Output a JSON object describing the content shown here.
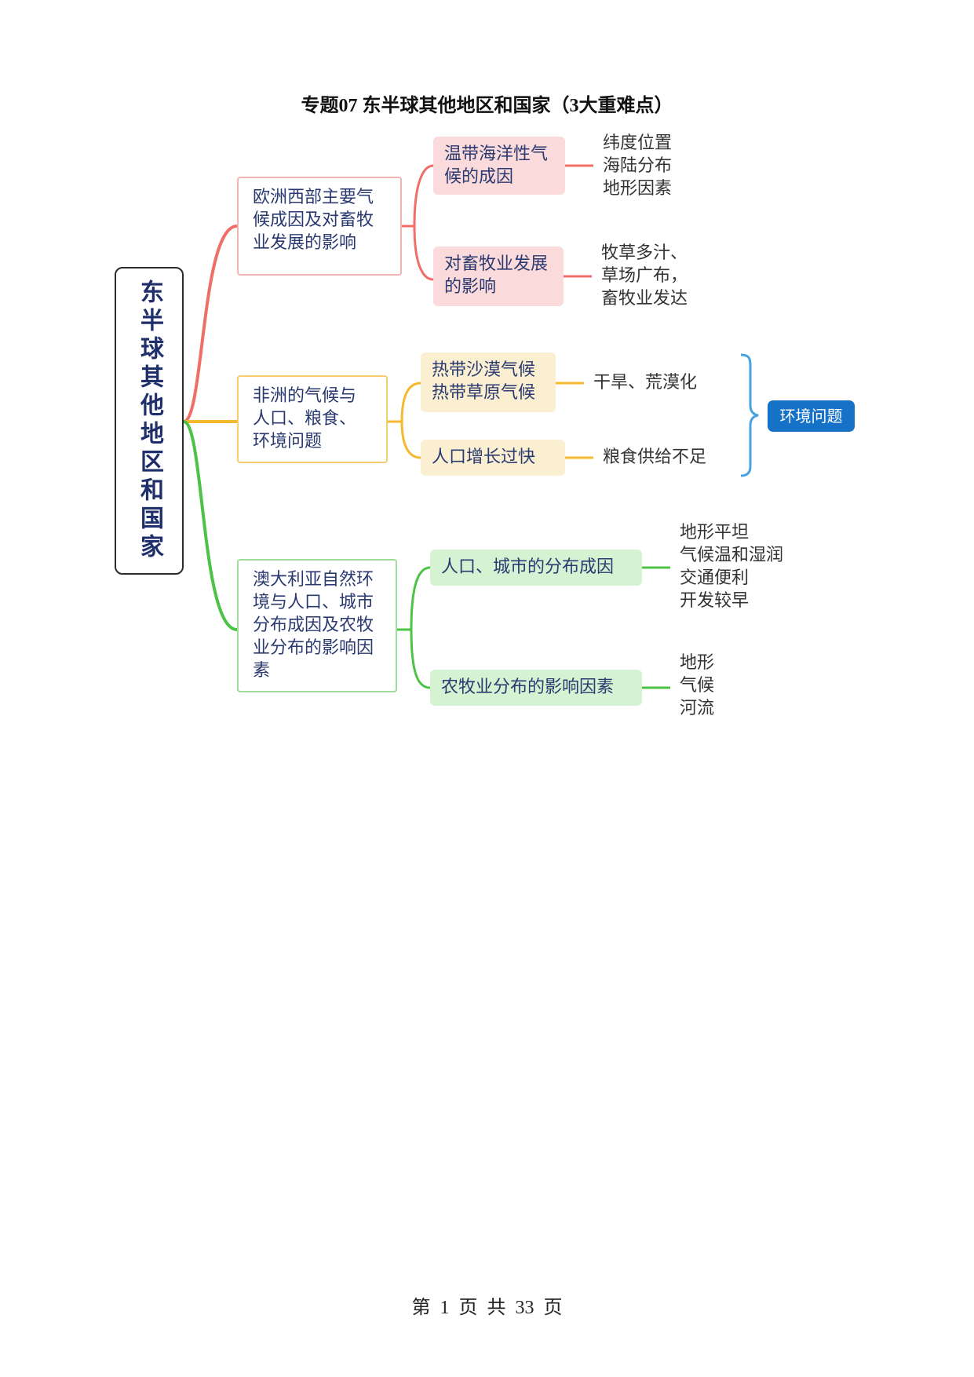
{
  "title": "专题07 东半球其他地区和国家（3大重难点）",
  "colors": {
    "red": "#ef6f67",
    "yellow": "#f5b82e",
    "green": "#4cc346",
    "blue": "#1672c7",
    "root_border": "#2b2b2b"
  },
  "root": "东半球其他地区和国家",
  "branches": [
    {
      "label": "欧洲西部主要气候成因及对畜牧业发展的影响",
      "children": [
        {
          "label": "温带海洋性气候的成因",
          "leaf": [
            "纬度位置",
            "海陆分布",
            "地形因素"
          ]
        },
        {
          "label": "对畜牧业发展的影响",
          "leaf": [
            "牧草多汁、",
            "草场广布，",
            "畜牧业发达"
          ]
        }
      ]
    },
    {
      "label": "非洲的气候与人口、粮食、环境问题",
      "children": [
        {
          "label": "热带沙漠气候热带草原气候",
          "leaf": [
            "干旱、荒漠化"
          ]
        },
        {
          "label": "人口增长过快",
          "leaf": [
            "粮食供给不足"
          ]
        }
      ],
      "summary": "环境问题"
    },
    {
      "label": "澳大利亚自然环境与人口、城市分布成因及农牧业分布的影响因素",
      "children": [
        {
          "label": "人口、城市的分布成因",
          "leaf": [
            "地形平坦",
            "气候温和湿润",
            "交通便利",
            "开发较早"
          ]
        },
        {
          "label": "农牧业分布的影响因素",
          "leaf": [
            "地形",
            "气候",
            "河流"
          ]
        }
      ]
    }
  ],
  "footer": {
    "prefix": "第",
    "page": "1",
    "mid1": "页",
    "mid2": "共",
    "total": "33",
    "suffix": "页"
  }
}
